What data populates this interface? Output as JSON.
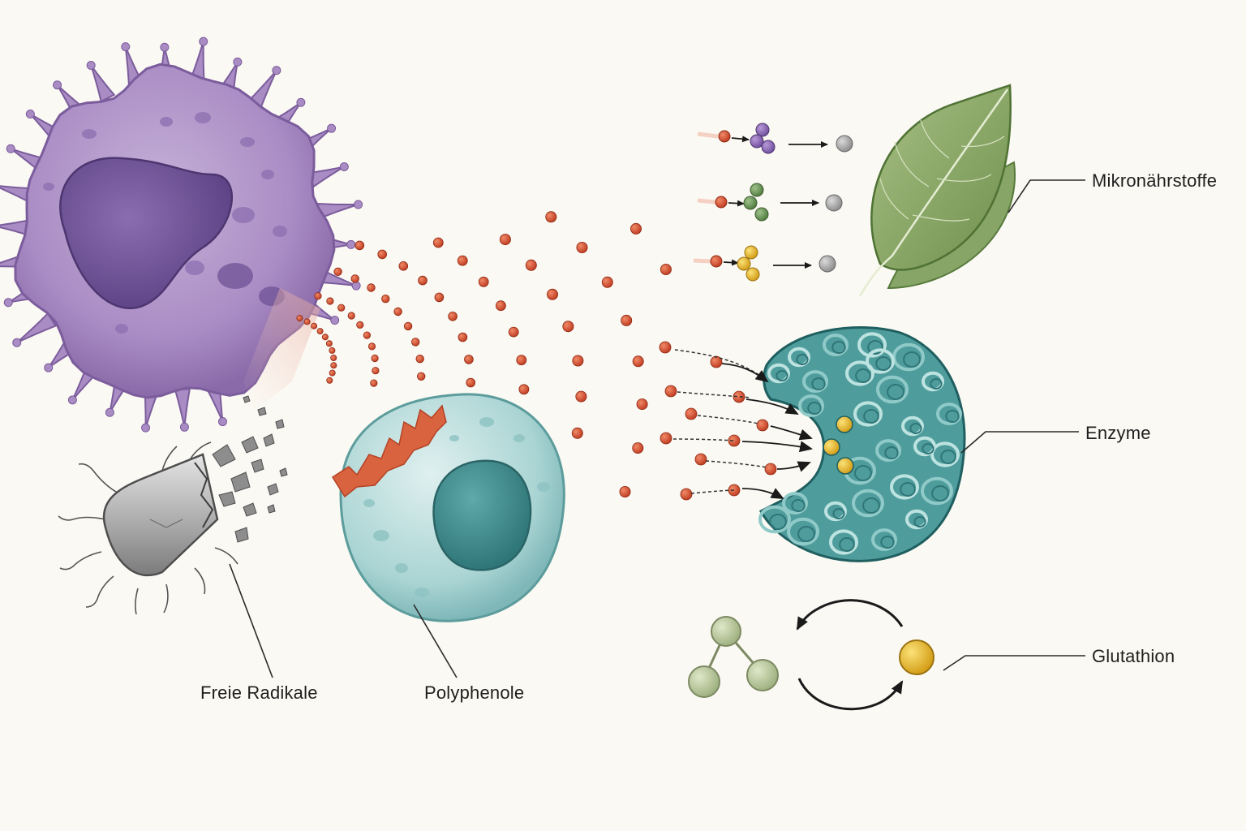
{
  "labels": {
    "free_radicals": "Freie Radikale",
    "polyphenols": "Polyphenole",
    "micronutrients": "Mikronährstoffe",
    "enzymes": "Enzyme",
    "glutathione": "Glutathion"
  },
  "colors": {
    "background": "#fbf9f3",
    "immune_cell": "#a98cc4",
    "immune_nucleus": "#6e5296",
    "healthy_cell": "#a9d4d3",
    "healthy_nucleus": "#3f8f92",
    "radical_particle": "#cf4a2c",
    "enzyme": "#4f9c9c",
    "leaf": "#7fa05d",
    "glutathione_active": "#e5b826",
    "glutathione_oxidized": "#b8c79c"
  },
  "icons": [
    "immune-cell",
    "bacterium-icon",
    "healthy-cell",
    "leaf-icon",
    "enzyme-protein",
    "glutathione-cycle"
  ]
}
